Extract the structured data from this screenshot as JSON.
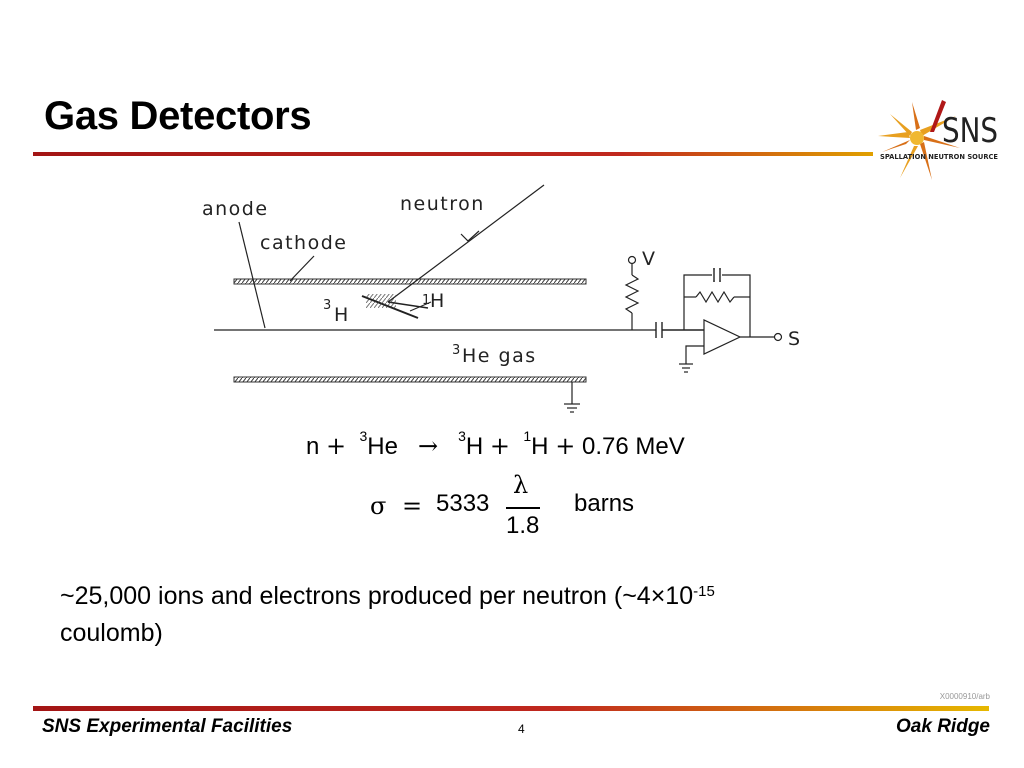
{
  "slide": {
    "title": "Gas Detectors",
    "slide_code": "X0000910/arb"
  },
  "logo": {
    "text": "SNS",
    "subtext": "SPALLATION NEUTRON SOURCE"
  },
  "diagram": {
    "anode": "anode",
    "cathode": "cathode",
    "neutron": "neutron",
    "tritium_sup": "3",
    "tritium": "H",
    "proton_sup": "1",
    "proton": "H",
    "gas_sup": "3",
    "gas": "He gas",
    "voltage": "V",
    "signal": "S"
  },
  "equations": {
    "reaction": {
      "n": "n",
      "plus1": "+",
      "he_sup": "3",
      "he": "He",
      "arrow": "→",
      "h3_sup": "3",
      "h3": "H",
      "plus2": "+",
      "h1_sup": "1",
      "h1": "H",
      "plus3": "+",
      "energy": "0.76 MeV"
    },
    "cross_section": {
      "sigma": "σ",
      "equals": "=",
      "coefficient": "5333",
      "numerator": "λ",
      "denominator": "1.8",
      "unit": "barns"
    }
  },
  "body": {
    "text_main": "~25,000 ions and electrons produced per neutron (~4×10",
    "text_exp": "-15",
    "text_end": "coulomb)"
  },
  "footer": {
    "left": "SNS Experimental Facilities",
    "page": "4",
    "right": "Oak Ridge"
  }
}
